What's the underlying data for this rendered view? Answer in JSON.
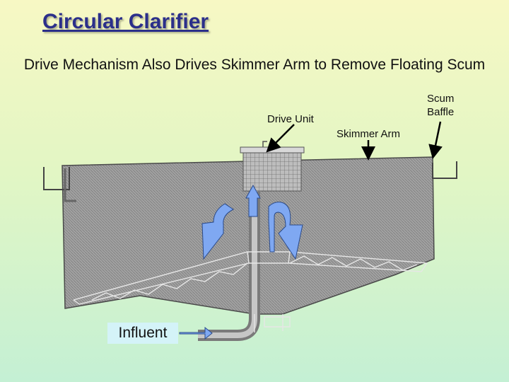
{
  "slide": {
    "title": "Circular Clarifier",
    "subtitle": "Drive Mechanism Also Drives Skimmer Arm to Remove Floating Scum"
  },
  "labels": {
    "drive_unit": "Drive Unit",
    "skimmer_arm": "Skimmer Arm",
    "scum_baffle_line1": "Scum",
    "scum_baffle_line2": "Baffle",
    "influent": "Influent"
  },
  "colors": {
    "flow_arrow": "#7fa8f2",
    "title": "#2b2f8a",
    "tank_fill": "#9a9a9a"
  }
}
